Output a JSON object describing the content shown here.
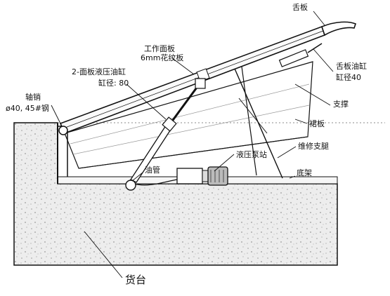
{
  "diagram": {
    "labels": {
      "lip_plate": "舌板",
      "work_panel_line1": "工作面板",
      "work_panel_line2": "6mm花纹板",
      "main_cylinder_line1": "2-面板液压油缸",
      "main_cylinder_line2": "缸径: 80",
      "lip_cylinder_line1": "舌板油缸",
      "lip_cylinder_line2": "缸径40",
      "support": "支撑",
      "pin_line1": "轴销",
      "pin_line2": "ø40, 45#钢",
      "skirt_plate": "裙板",
      "pump_station": "液压泵站",
      "maintenance_leg": "维修支腿",
      "base_frame": "底架",
      "oil_pipe": "油管",
      "dock": "货台"
    },
    "colors": {
      "ink": "#111111",
      "concrete_fill": "#ededed",
      "concrete_dots": "#9a9a9a",
      "background": "#ffffff"
    }
  }
}
